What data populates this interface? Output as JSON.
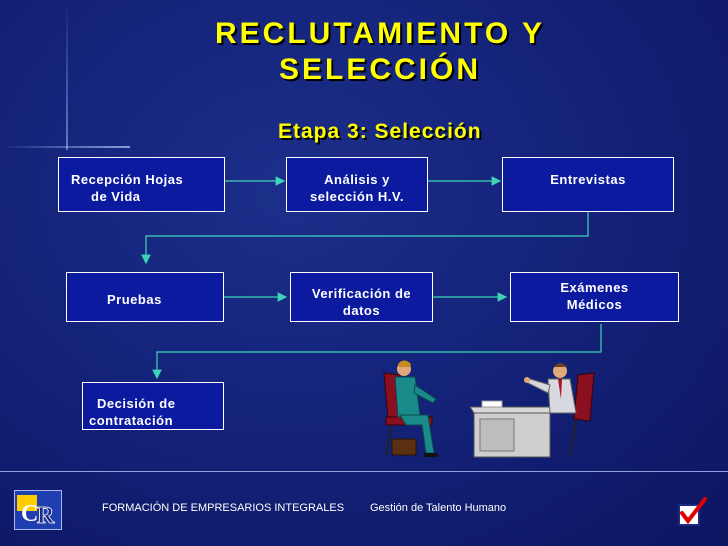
{
  "slide": {
    "title_line1": "RECLUTAMIENTO Y",
    "title_line2": "SELECCIÓN",
    "subtitle": "Etapa 3: Selección"
  },
  "steps": [
    {
      "line1": "Recepción Hojas",
      "line2": "de Vida"
    },
    {
      "line1": "Análisis  y",
      "line2": "selección H.V."
    },
    {
      "line1": "Entrevistas",
      "line2": ""
    },
    {
      "line1": "Pruebas",
      "line2": ""
    },
    {
      "line1": "Verificación de",
      "line2": "datos"
    },
    {
      "line1": "Exámenes",
      "line2": "Médicos"
    },
    {
      "line1": "Decisión de",
      "line2": "contratación"
    }
  ],
  "footer": {
    "left": "FORMACIÓN DE EMPRESARIOS INTEGRALES",
    "right": "Gestión de Talento Humano"
  },
  "colors": {
    "title": "#ffff00",
    "box_fill": "#0b1a9e",
    "connector": "#3fd4b8"
  },
  "icons": {
    "logo": "cr-logo-icon",
    "check": "checkmark-icon"
  }
}
